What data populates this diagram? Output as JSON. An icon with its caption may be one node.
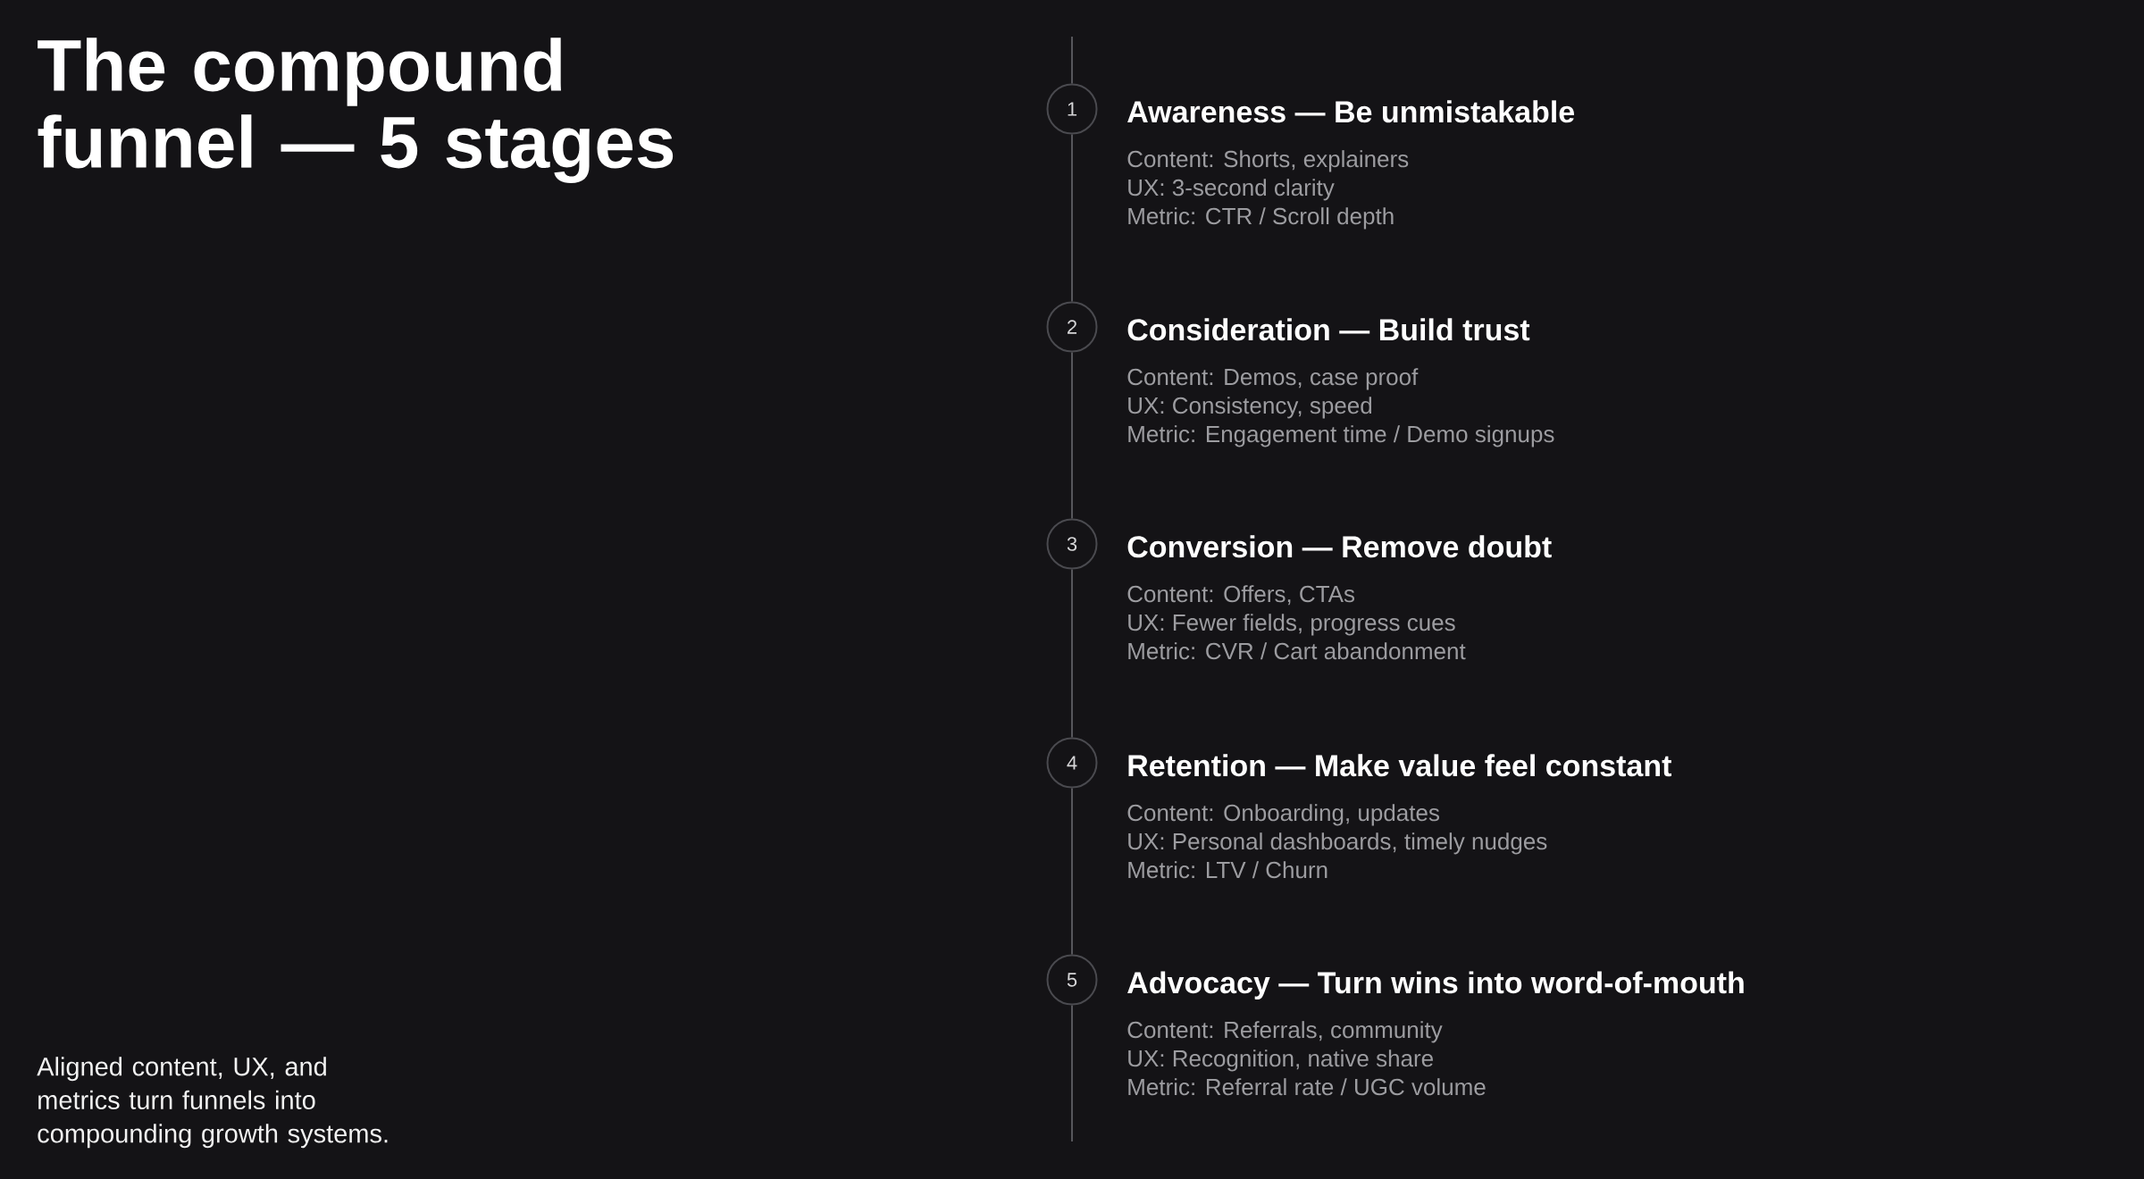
{
  "diagram": {
    "title": "The compound funnel — 5 stages",
    "caption": "Aligned content, UX, and metrics turn funnels into compounding growth systems.",
    "nodes": [
      {
        "text": [
          "1"
        ],
        "beside": [
          "Awareness — Be unmistakable",
          "Content: Shorts, explainers",
          "UX: 3-second clarity",
          "Metric: CTR / Scroll depth"
        ]
      },
      {
        "text": [
          "2"
        ],
        "beside": [
          "Consideration — Build trust",
          "Content: Demos, case proof",
          "UX: Consistency, speed",
          "Metric: Engagement time / Demo signups"
        ]
      },
      {
        "text": [
          "3"
        ],
        "beside": [
          "Conversion — Remove doubt",
          "Content: Offers, CTAs",
          "UX: Fewer fields, progress cues",
          "Metric: CVR / Cart abandonment"
        ]
      },
      {
        "text": [
          "4"
        ],
        "beside": [
          "Retention — Make value feel constant",
          "Content: Onboarding, updates",
          "UX: Personal dashboards, timely nudges",
          "Metric: LTV / Churn"
        ]
      },
      {
        "text": [
          "5"
        ],
        "beside": [
          "Advocacy — Turn wins into word-of-mouth",
          "Content: Referrals, community",
          "UX: Recognition, native share",
          "Metric: Referral rate / UGC volume"
        ]
      }
    ],
    "edges": [
      {
        "from": null,
        "to": 0,
        "arrow": "none"
      },
      {
        "from": 0,
        "to": 1,
        "arrow": "none"
      },
      {
        "from": 1,
        "to": 2,
        "arrow": "none"
      },
      {
        "from": 2,
        "to": 3,
        "arrow": "none"
      },
      {
        "from": 3,
        "to": 4,
        "arrow": "none"
      },
      {
        "from": 4,
        "to": null,
        "arrow": "none"
      }
    ]
  }
}
